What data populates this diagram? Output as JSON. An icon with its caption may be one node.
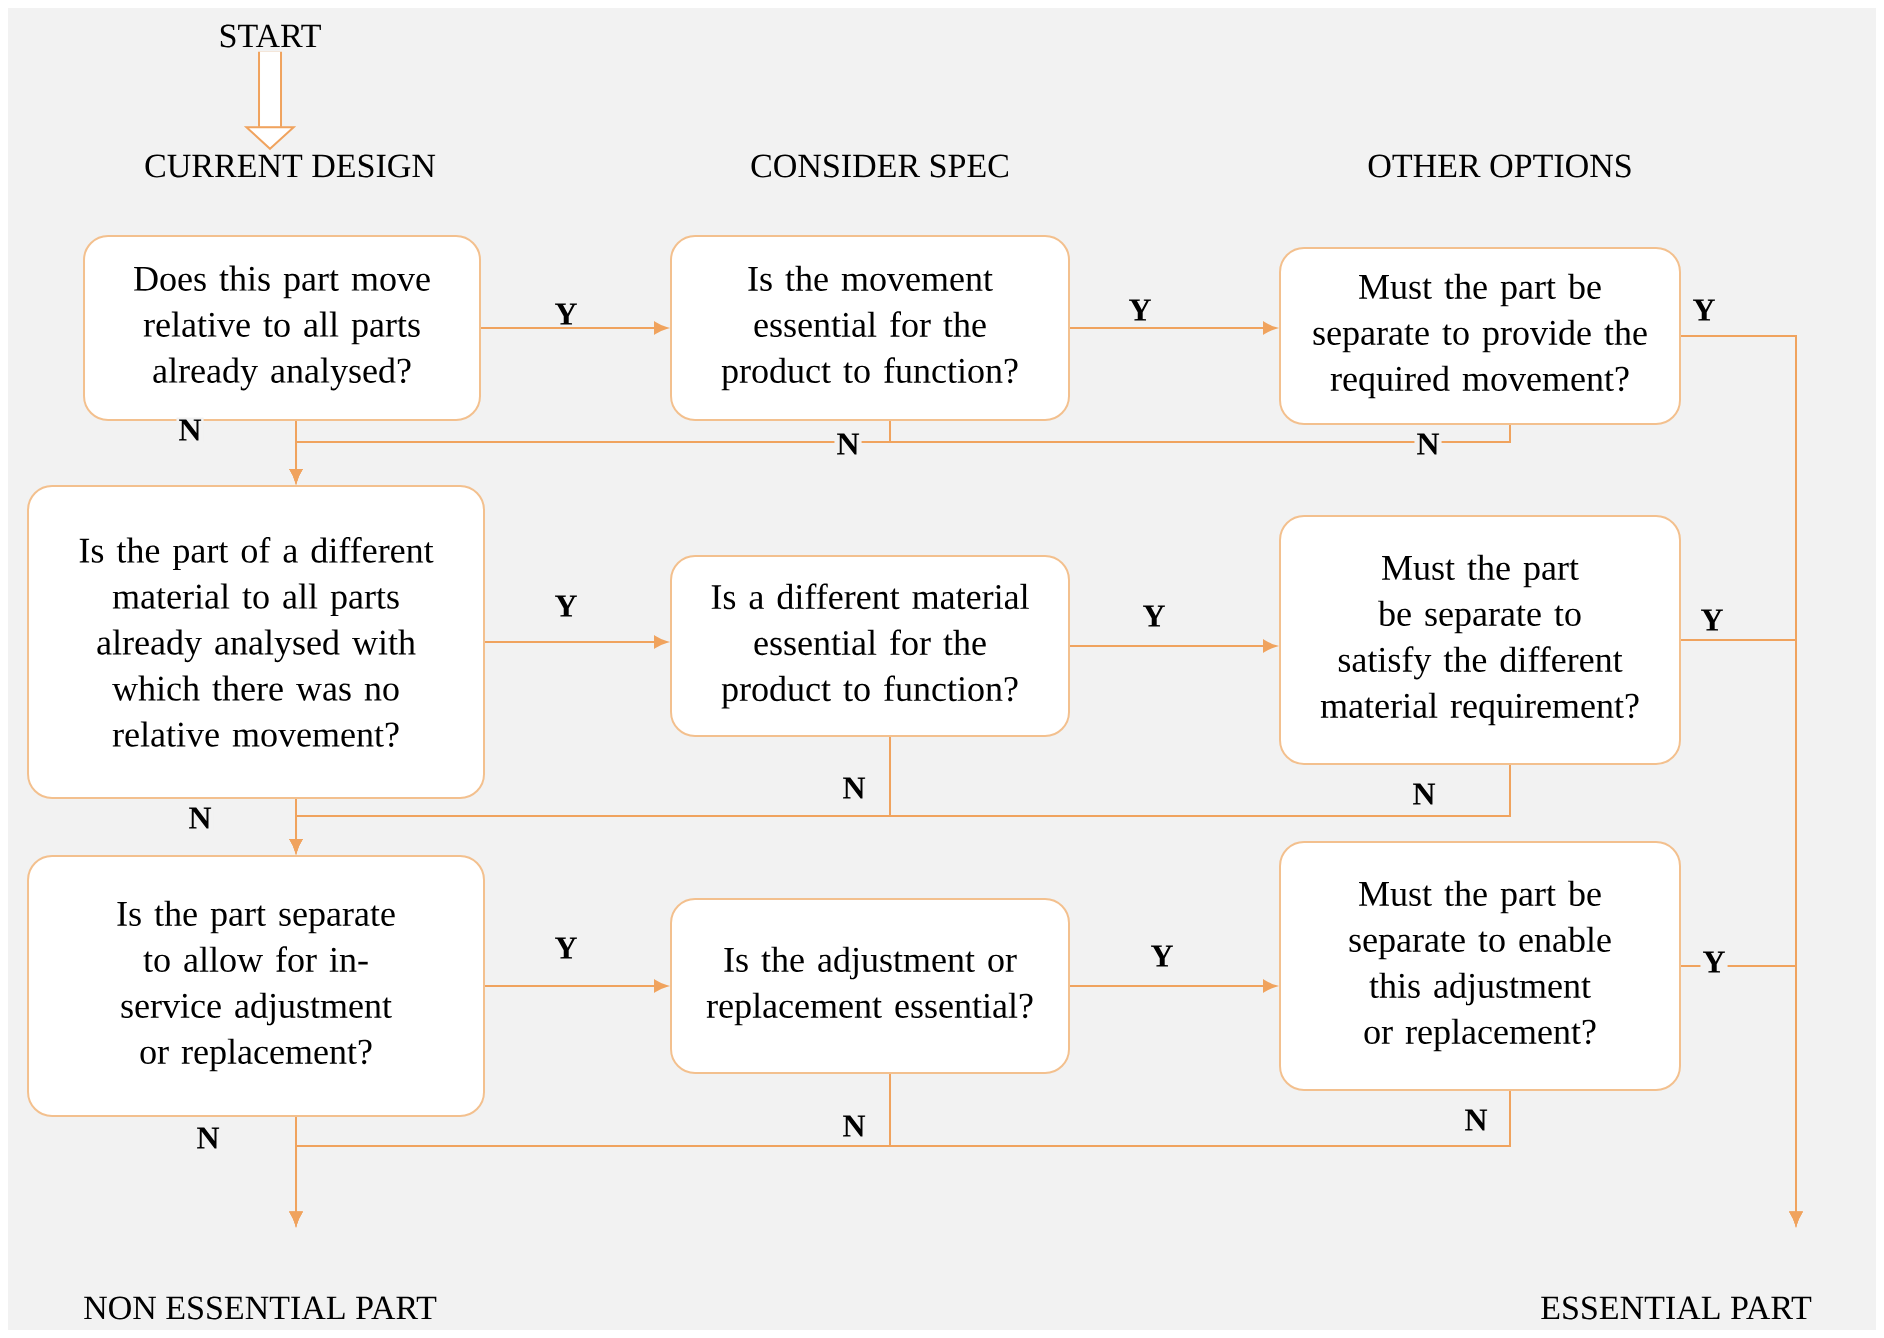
{
  "diagram": {
    "nodes": [
      {
        "text": [
          "START"
        ]
      },
      {
        "text": [
          "CURRENT DESIGN"
        ]
      },
      {
        "text": [
          "Does this part move relative to all parts already analysed?"
        ]
      },
      {
        "text": [
          "Is the movement essential for the product to function?"
        ]
      },
      {
        "text": [
          "Must the part be separate to provide the required movement?"
        ]
      },
      {
        "text": [
          "Is the part of a different material to all parts already analysed with which there was no relative movement?"
        ]
      },
      {
        "text": [
          "Is a different material essential for the product to function?"
        ]
      },
      {
        "text": [
          "Must the part be separate to satisfy the different material requirement?"
        ]
      },
      {
        "text": [
          "Is the part separate to allow for in-service adjustment or replacement?"
        ]
      },
      {
        "text": [
          "Is the adjustment or replacement essential?"
        ]
      },
      {
        "text": [
          "Must the part be separate to enable this adjustment or replacement?"
        ]
      },
      {
        "text": [
          "NON ESSENTIAL PART"
        ]
      },
      {
        "text": [
          "ESSENTIAL PART"
        ]
      }
    ],
    "edges": [
      {
        "from": 0,
        "to": 1,
        "arrow": "to",
        "style": "thick"
      },
      {
        "from": 2,
        "to": 3,
        "arrow": "to",
        "label": "Y"
      },
      {
        "from": 3,
        "to": 4,
        "arrow": "to",
        "label": "Y"
      },
      {
        "from": 4,
        "to": 12,
        "arrow": "to",
        "label": "Y"
      },
      {
        "from": 2,
        "to": 5,
        "arrow": "to",
        "label": "N"
      },
      {
        "from": 3,
        "to": 5,
        "arrow": "to",
        "label": "N"
      },
      {
        "from": 4,
        "to": 5,
        "arrow": "to",
        "label": "N"
      },
      {
        "from": 5,
        "to": 6,
        "arrow": "to",
        "label": "Y"
      },
      {
        "from": 6,
        "to": 7,
        "arrow": "to",
        "label": "Y"
      },
      {
        "from": 7,
        "to": 12,
        "arrow": "to",
        "label": "Y"
      },
      {
        "from": 5,
        "to": 8,
        "arrow": "to",
        "label": "N"
      },
      {
        "from": 6,
        "to": 8,
        "arrow": "to",
        "label": "N"
      },
      {
        "from": 7,
        "to": 8,
        "arrow": "to",
        "label": "N"
      },
      {
        "from": 8,
        "to": 9,
        "arrow": "to",
        "label": "Y"
      },
      {
        "from": 9,
        "to": 10,
        "arrow": "to",
        "label": "Y"
      },
      {
        "from": 10,
        "to": 12,
        "arrow": "to",
        "label": "Y"
      },
      {
        "from": 8,
        "to": 11,
        "arrow": "to",
        "label": "N"
      },
      {
        "from": 9,
        "to": 11,
        "arrow": "to",
        "label": "N"
      },
      {
        "from": 10,
        "to": 11,
        "arrow": "to",
        "label": "N"
      }
    ],
    "labels": [
      "CONSIDER SPEC",
      "OTHER OPTIONS"
    ]
  }
}
